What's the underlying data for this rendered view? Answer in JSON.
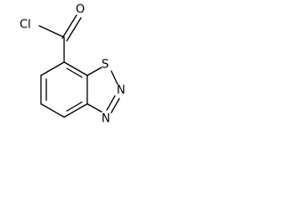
{
  "molecule": {
    "atoms": {
      "chlorine": "Cl",
      "oxygen": "O",
      "sulfur": "S",
      "nitrogen_1": "N",
      "nitrogen_2": "N"
    },
    "colors": {
      "background": "#ffffff",
      "bonds": "#000000",
      "labels": "#000000"
    }
  }
}
